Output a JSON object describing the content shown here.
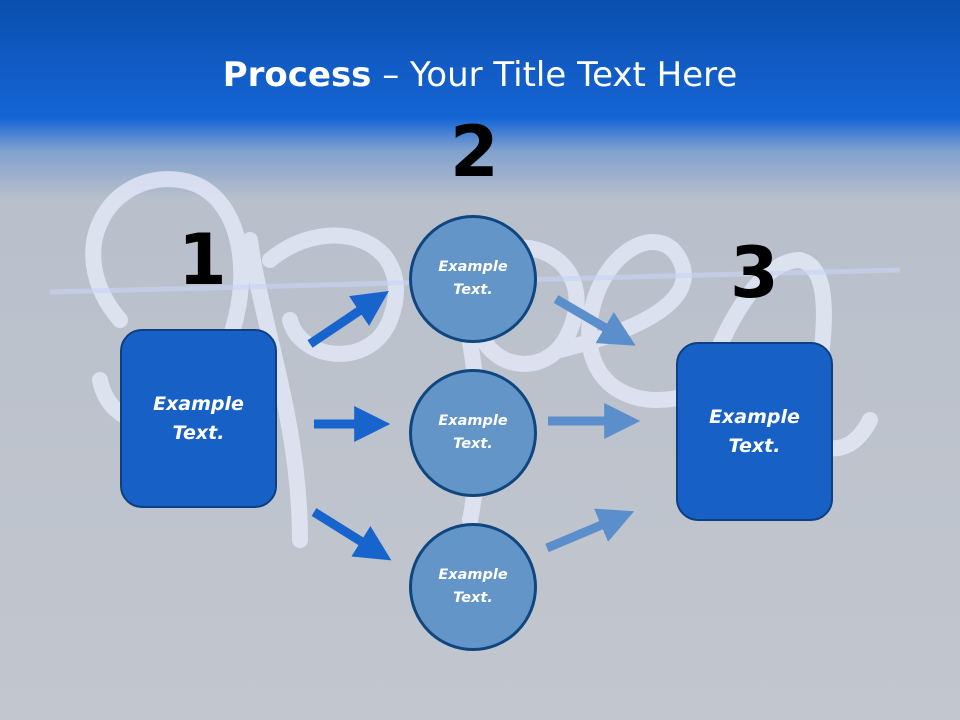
{
  "title": {
    "bold": "Process",
    "rest": " – Your Title Text Here"
  },
  "steps": {
    "one": {
      "number": "1",
      "label_line1": "Example",
      "label_line2": "Text."
    },
    "two": {
      "number": "2",
      "circles": [
        {
          "line1": "Example",
          "line2": "Text."
        },
        {
          "line1": "Example",
          "line2": "Text."
        },
        {
          "line1": "Example",
          "line2": "Text."
        }
      ]
    },
    "three": {
      "number": "3",
      "label_line1": "Example",
      "label_line2": "Text."
    }
  },
  "colors": {
    "box": "#1760c5",
    "circle": "#6395c9",
    "arrow_dark": "#1765cc",
    "arrow_light": "#5b8fcb"
  }
}
